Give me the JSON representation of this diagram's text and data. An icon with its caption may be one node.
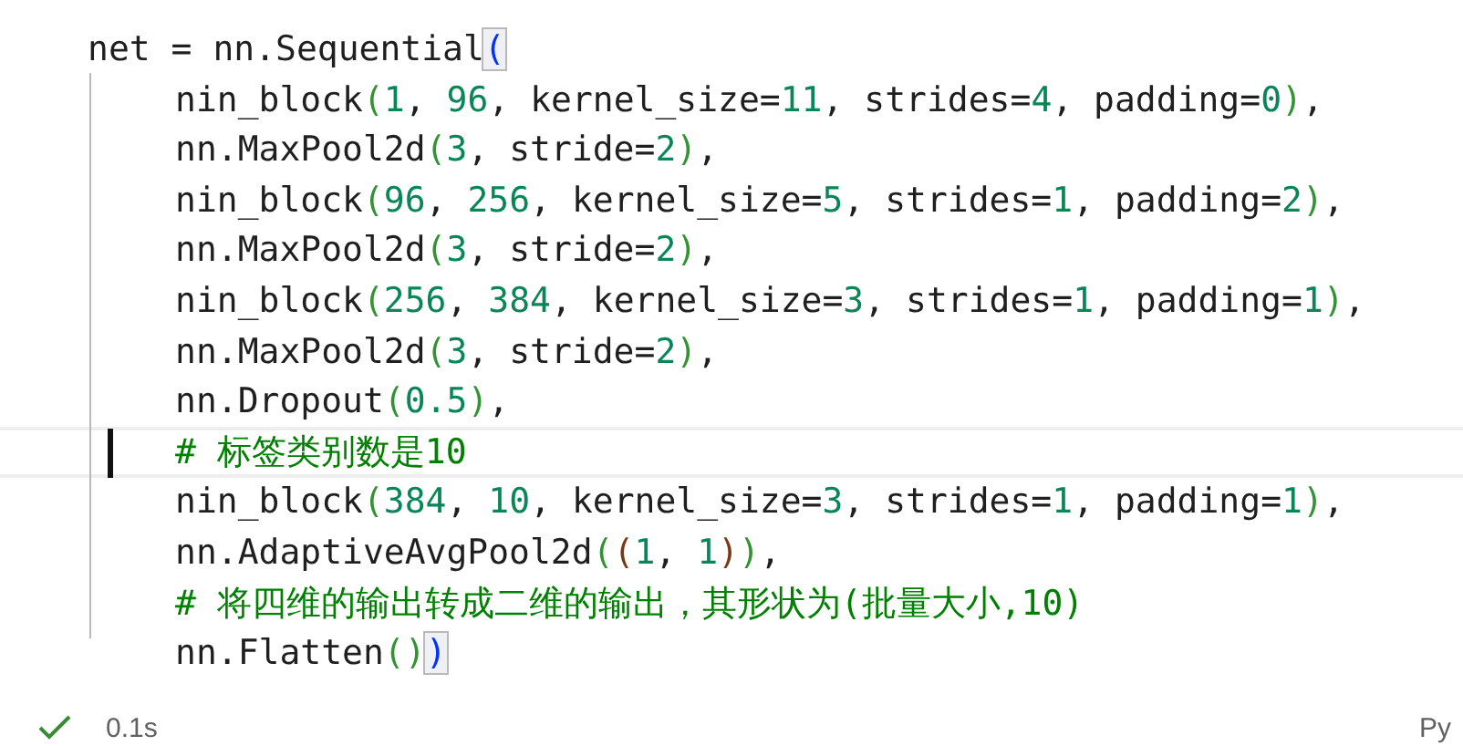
{
  "diagram": {
    "labels": [
      "net = nn.Sequential(",
      "nin_block(1, 96, kernel_size=11, strides=4, padding=0),",
      "nn.MaxPool2d(3, stride=2),",
      "nin_block(96, 256, kernel_size=5, strides=1, padding=2),",
      "nn.MaxPool2d(3, stride=2),",
      "nin_block(256, 384, kernel_size=3, strides=1, padding=1),",
      "nn.MaxPool2d(3, stride=2),",
      "nn.Dropout(0.5),",
      "# 标签类别数是10",
      "nin_block(384, 10, kernel_size=3, strides=1, padding=1),",
      "nn.AdaptiveAvgPool2d((1, 1)),",
      "# 将四维的输出转成二维的输出，其形状为(批量大小,10)",
      "nn.Flatten())",
      "0.1s",
      "Py"
    ]
  }
}
